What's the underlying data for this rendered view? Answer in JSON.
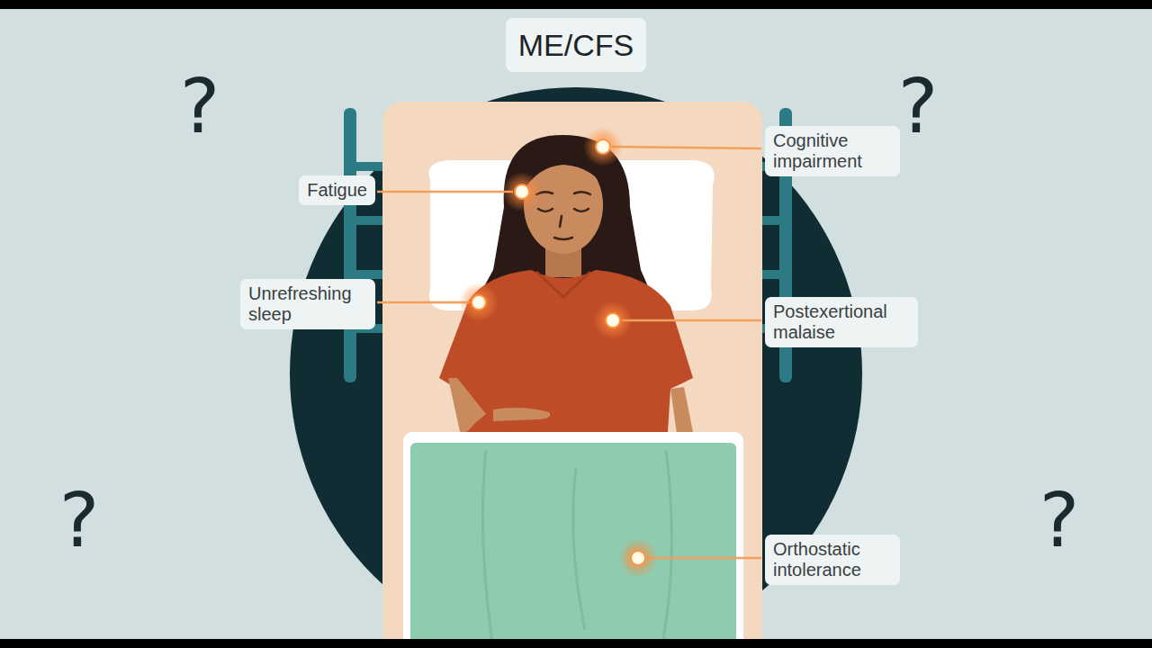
{
  "diagram": {
    "title": "ME/CFS",
    "nodes": [
      {
        "text": [
          "Cognitive impairment"
        ]
      },
      {
        "text": [
          "Fatigue"
        ]
      },
      {
        "text": [
          "Unrefreshing sleep"
        ]
      },
      {
        "text": [
          "Postexertional malaise"
        ]
      },
      {
        "text": [
          "Orthostatic intolerance"
        ]
      }
    ],
    "labels": [
      "?",
      "?",
      "?",
      "?"
    ]
  }
}
